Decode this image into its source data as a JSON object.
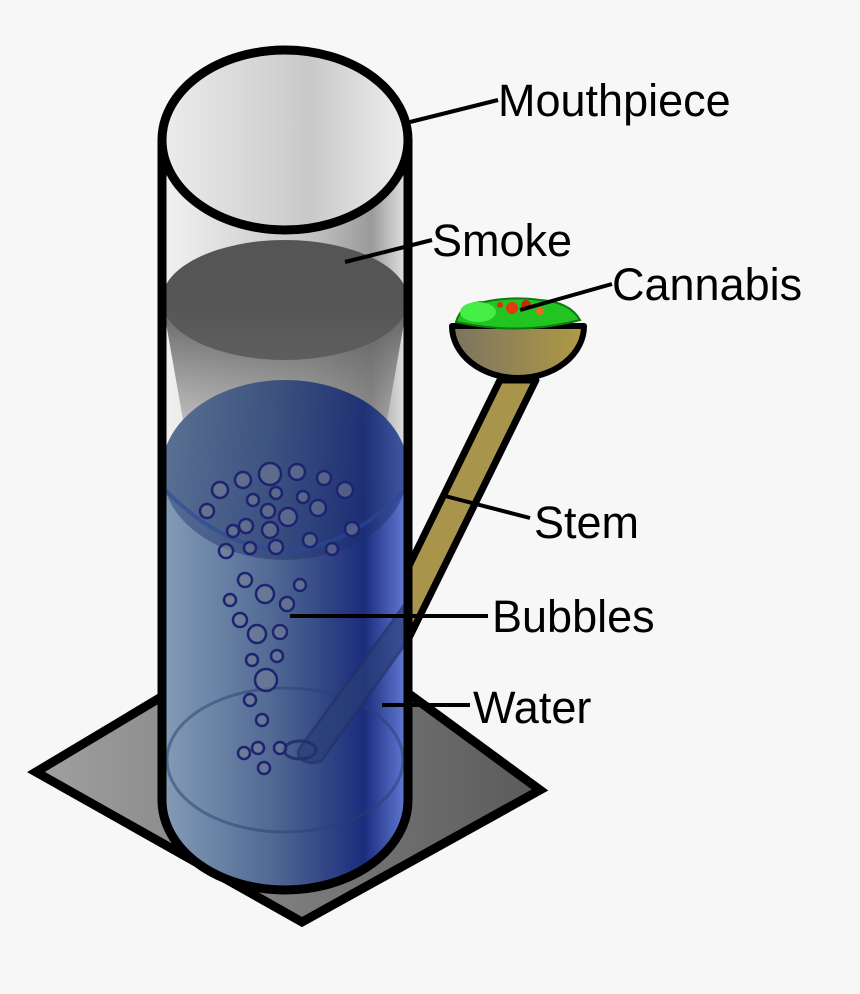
{
  "diagram": {
    "subject": "Water pipe (bong) cross-section",
    "background": "#f7f7f7",
    "colors": {
      "outline": "#000000",
      "glass": "#d9d9d9",
      "smoke": "#5a5a5a",
      "water": "#3a56b8",
      "stem": "#a8944a",
      "cannabis": "#22c422",
      "ember": "#e23a10",
      "base": "#7a7a7a"
    },
    "labels": {
      "mouthpiece": "Mouthpiece",
      "smoke": "Smoke",
      "cannabis": "Cannabis",
      "stem": "Stem",
      "bubbles": "Bubbles",
      "water": "Water"
    }
  }
}
